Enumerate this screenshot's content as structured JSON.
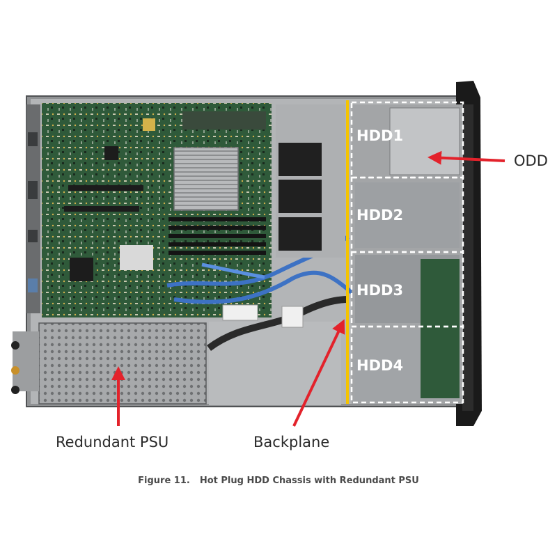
{
  "labels": {
    "hdd_bays": [
      "HDD1",
      "HDD2",
      "HDD3",
      "HDD4"
    ],
    "odd": "ODD",
    "psu": "Redundant PSU",
    "backplane": "Backplane"
  },
  "caption": {
    "number": "Figure 11.",
    "text": "Hot Plug HDD Chassis with Redundant PSU"
  },
  "colors": {
    "callout_arrow": "#e3222b",
    "backplane_line": "#f5c400",
    "bay_outline": "#ffffff",
    "pcb_green": "#2f5a3a",
    "chassis_metal": "#9a9c9e",
    "bezel": "#1a1a1a",
    "cable_blue": "#3d72c4"
  }
}
